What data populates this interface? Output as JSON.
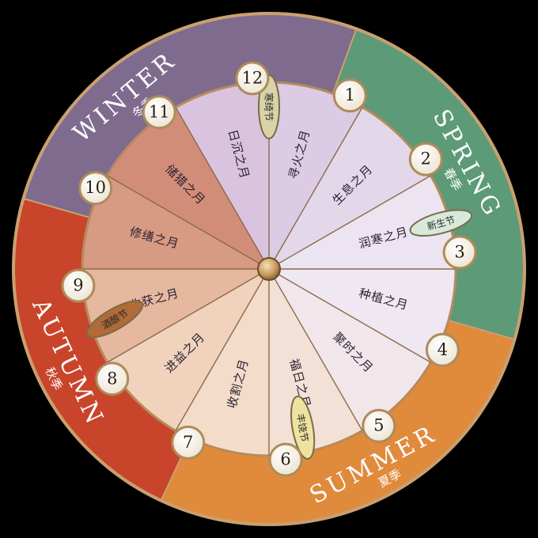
{
  "seasons": [
    {
      "name_en": "WINTER",
      "name_cn": "冬季",
      "color": "#7e6b8e"
    },
    {
      "name_en": "SPRING",
      "name_cn": "春季",
      "color": "#5d9a78"
    },
    {
      "name_en": "SUMMER",
      "name_cn": "夏季",
      "color": "#e08a3c"
    },
    {
      "name_en": "AUTUMN",
      "name_cn": "秋季",
      "color": "#c8442a"
    }
  ],
  "months": [
    {
      "num": "1",
      "name": "寻火之月"
    },
    {
      "num": "2",
      "name": "生息之月"
    },
    {
      "num": "3",
      "name": "润寒之月"
    },
    {
      "num": "4",
      "name": "种植之月"
    },
    {
      "num": "5",
      "name": "聚时之月"
    },
    {
      "num": "6",
      "name": "福日之月"
    },
    {
      "num": "7",
      "name": "收割之月"
    },
    {
      "num": "8",
      "name": "进益之月"
    },
    {
      "num": "9",
      "name": "收获之月"
    },
    {
      "num": "10",
      "name": "修缮之月"
    },
    {
      "num": "11",
      "name": "储猎之月"
    },
    {
      "num": "12",
      "name": "日沉之月"
    }
  ],
  "festivals": [
    {
      "name": "寒绮节",
      "fill": "#d9d3a8"
    },
    {
      "name": "新生节",
      "fill": "#d7ead9"
    },
    {
      "name": "丰饶节",
      "fill": "#efe2a0"
    },
    {
      "name": "酒酿节",
      "fill": "#b06b38"
    }
  ]
}
